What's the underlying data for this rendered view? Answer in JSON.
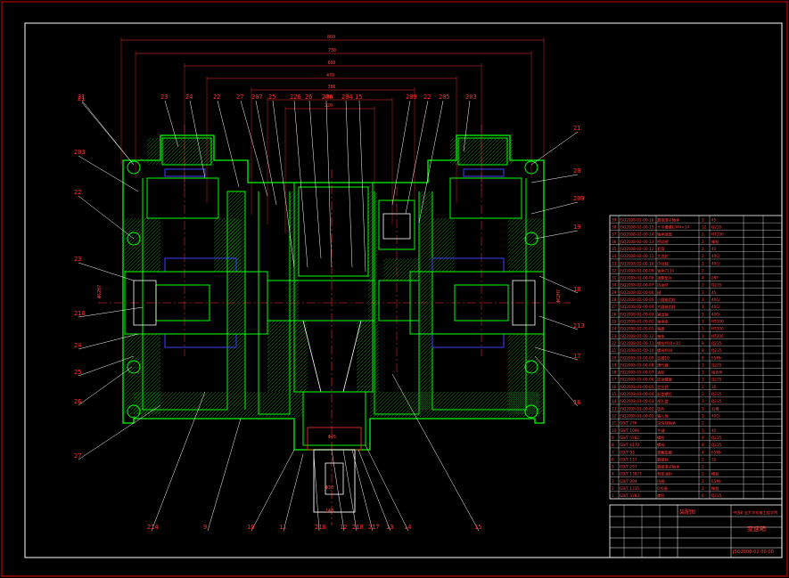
{
  "top_dims": [
    "860",
    "730",
    "600",
    "470",
    "386",
    "280",
    "220"
  ],
  "callouts_top": [
    "21",
    "23",
    "24",
    "22",
    "27",
    "207",
    "25",
    "226",
    "26",
    "206",
    "204",
    "15",
    "209",
    "22",
    "205",
    "203"
  ],
  "callouts_left": [
    "21",
    "203",
    "22",
    "23",
    "210",
    "24",
    "25",
    "26",
    "27"
  ],
  "callouts_right": [
    "21",
    "20",
    "209",
    "19",
    "18",
    "213",
    "17",
    "16"
  ],
  "callouts_bottom": [
    "214",
    "9",
    "10",
    "11",
    "216",
    "12",
    "218",
    "217",
    "13",
    "14",
    "15"
  ],
  "bom_rows": [
    {
      "no": "39",
      "code": "JSQ2008-02-00-16",
      "name": "圆锥滚子轴承",
      "qty": "2",
      "mat": "45"
    },
    {
      "no": "38",
      "code": "JSQ2008-02-00-15",
      "name": "十字槽螺钉M4×14",
      "qty": "12",
      "mat": "Q235"
    },
    {
      "no": "37",
      "code": "JSQ2008-02-00-14",
      "name": "轴承端盖",
      "qty": "2",
      "mat": "HT200"
    },
    {
      "no": "36",
      "code": "JSQ2008-02-00-13",
      "name": "密封圈",
      "qty": "2",
      "mat": "橡胶"
    },
    {
      "no": "35",
      "code": "JSQ2008-02-00-12",
      "name": "套筒",
      "qty": "2",
      "mat": "45"
    },
    {
      "no": "34",
      "code": "JSQ2008-02-00-11",
      "name": "大齿轮",
      "qty": "2",
      "mat": "40Cr"
    },
    {
      "no": "33",
      "code": "JSQ2008-02-00-10",
      "name": "中间轴",
      "qty": "1",
      "mat": "40Cr"
    },
    {
      "no": "32",
      "code": "JSQ2008-02-00-09",
      "name": "轴承7210",
      "qty": "2",
      "mat": ""
    },
    {
      "no": "31",
      "code": "JSQ2008-02-00-08",
      "name": "调整垫片",
      "qty": "4",
      "mat": "08F"
    },
    {
      "no": "30",
      "code": "JSQ2008-02-00-07",
      "name": "挡油环",
      "qty": "2",
      "mat": "Q235"
    },
    {
      "no": "29",
      "code": "JSQ2008-02-00-06",
      "name": "键",
      "qty": "2",
      "mat": "45"
    },
    {
      "no": "28",
      "code": "JSQ2008-02-00-05",
      "name": "小圆锥齿轮",
      "qty": "1",
      "mat": "40Cr"
    },
    {
      "no": "27",
      "code": "JSQ2008-02-00-04",
      "name": "大圆锥齿轮",
      "qty": "1",
      "mat": "40Cr"
    },
    {
      "no": "26",
      "code": "JSQ2008-02-00-03",
      "name": "输出轴",
      "qty": "1",
      "mat": "40Cr"
    },
    {
      "no": "25",
      "code": "JSQ2008-02-00-02",
      "name": "轴承座",
      "qty": "1",
      "mat": "HT200"
    },
    {
      "no": "24",
      "code": "JSQ2008-02-00-01",
      "name": "箱盖",
      "qty": "1",
      "mat": "HT200"
    },
    {
      "no": "23",
      "code": "JSQ2008-01-00-12",
      "name": "箱体",
      "qty": "1",
      "mat": "HT200"
    },
    {
      "no": "22",
      "code": "JSQ2008-01-00-11",
      "name": "螺栓M10×35",
      "qty": "8",
      "mat": "Q235"
    },
    {
      "no": "21",
      "code": "JSQ2008-01-00-10",
      "name": "螺母M10",
      "qty": "8",
      "mat": "Q235"
    },
    {
      "no": "20",
      "code": "JSQ2008-01-00-09",
      "name": "垫圈10",
      "qty": "8",
      "mat": "65Mn"
    },
    {
      "no": "19",
      "code": "JSQ2008-01-00-08",
      "name": "通气器",
      "qty": "1",
      "mat": "Q235"
    },
    {
      "no": "18",
      "code": "JSQ2008-01-00-07",
      "name": "油标",
      "qty": "1",
      "mat": "组合件"
    },
    {
      "no": "17",
      "code": "JSQ2008-01-00-06",
      "name": "放油螺塞",
      "qty": "1",
      "mat": "Q235"
    },
    {
      "no": "16",
      "code": "JSQ2008-01-00-05",
      "name": "定位销",
      "qty": "2",
      "mat": "35"
    },
    {
      "no": "15",
      "code": "JSQ2008-01-00-04",
      "name": "起盖螺钉",
      "qty": "2",
      "mat": "Q235"
    },
    {
      "no": "14",
      "code": "JSQ2008-01-00-03",
      "name": "视孔盖",
      "qty": "1",
      "mat": "Q235"
    },
    {
      "no": "13",
      "code": "JSQ2008-01-00-02",
      "name": "垫片",
      "qty": "1",
      "mat": "石棉"
    },
    {
      "no": "12",
      "code": "JSQ2008-01-00-01",
      "name": "输入轴",
      "qty": "1",
      "mat": "40Cr"
    },
    {
      "no": "11",
      "code": "GB/T 276",
      "name": "深沟球轴承",
      "qty": "2",
      "mat": ""
    },
    {
      "no": "10",
      "code": "GB/T 1096",
      "name": "平键",
      "qty": "1",
      "mat": "45"
    },
    {
      "no": "9",
      "code": "GB/T 5782",
      "name": "螺栓",
      "qty": "4",
      "mat": "Q235"
    },
    {
      "no": "8",
      "code": "GB/T 6170",
      "name": "螺母",
      "qty": "4",
      "mat": "Q235"
    },
    {
      "no": "7",
      "code": "GB/T 93",
      "name": "弹簧垫圈",
      "qty": "4",
      "mat": "65Mn"
    },
    {
      "no": "6",
      "code": "GB/T 117",
      "name": "圆锥销",
      "qty": "2",
      "mat": "35"
    },
    {
      "no": "5",
      "code": "GB/T 297",
      "name": "圆锥滚子轴承",
      "qty": "2",
      "mat": ""
    },
    {
      "no": "4",
      "code": "GB/T 13871",
      "name": "骨架油封",
      "qty": "2",
      "mat": "橡胶"
    },
    {
      "no": "3",
      "code": "GB/T 894",
      "name": "挡圈",
      "qty": "2",
      "mat": "65Mn"
    },
    {
      "no": "2",
      "code": "GB/T 1235",
      "name": "O形圈",
      "qty": "2",
      "mat": "橡胶"
    },
    {
      "no": "1",
      "code": "GB/T 5783",
      "name": "螺钉",
      "qty": "6",
      "mat": "Q235"
    }
  ],
  "title_block": {
    "org": "中国矿业大学机电工程学院",
    "drawing_title": "变速箱",
    "drawing_no": "JSQ2008-02-00-00",
    "mark": "装配图"
  }
}
